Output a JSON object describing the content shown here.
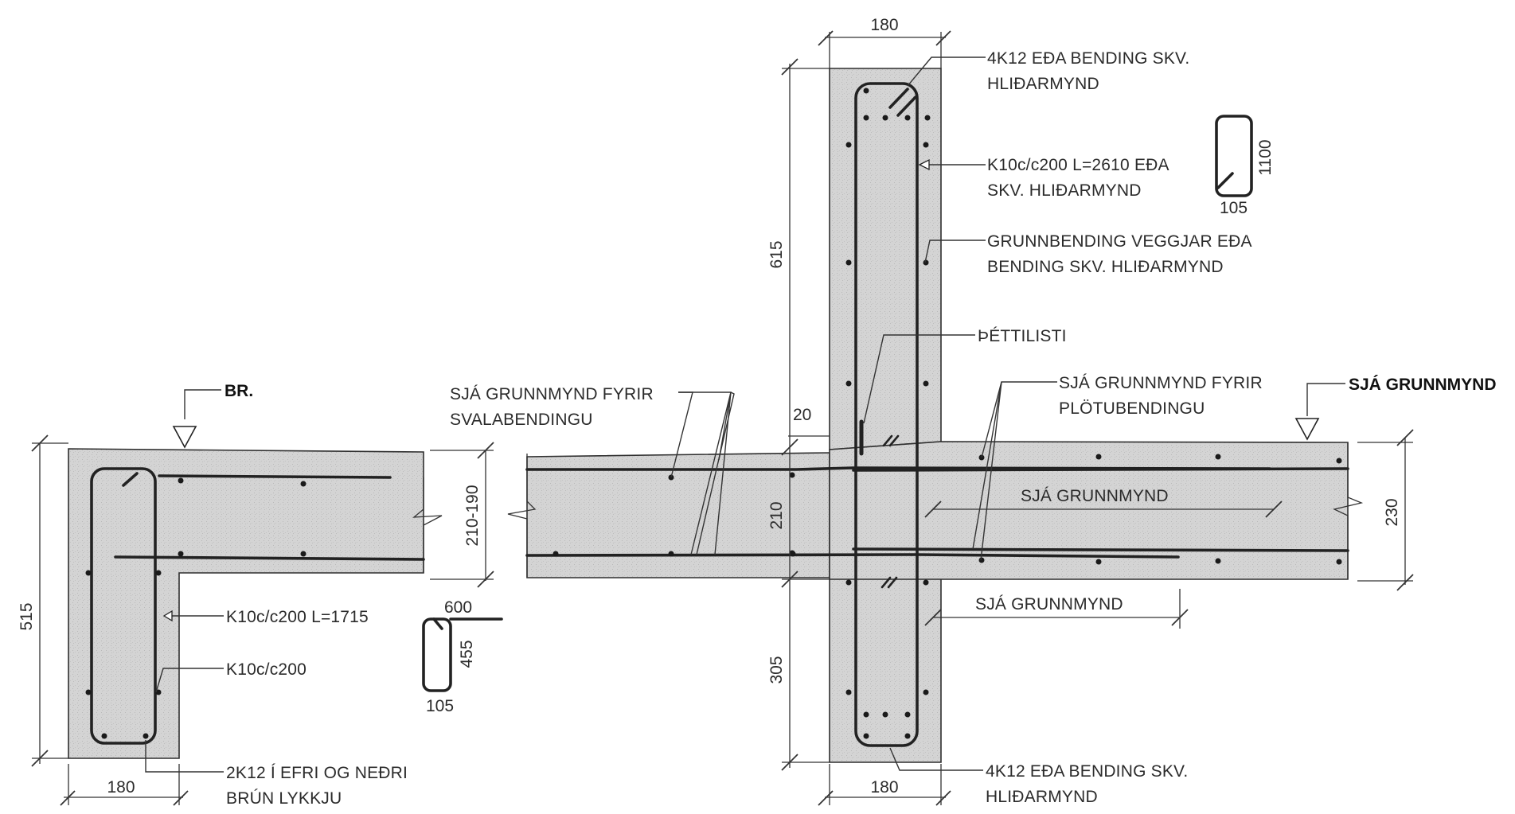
{
  "labels": {
    "br": "BR.",
    "svalabending_1": "SJÁ GRUNNMYND FYRIR",
    "svalabending_2": "SVALABENDINGU",
    "k10_l1715": "K10c/c200 L=1715",
    "k10": "K10c/c200",
    "k12_lykkja_1": "2K12 Í EFRI OG NEÐRI",
    "k12_lykkja_2": "BRÚN LYKKJU",
    "top_4k12_1": "4K12 EÐA BENDING SKV.",
    "top_4k12_2": "HLIÐARMYND",
    "k10_l2610_1": "K10c/c200 L=2610 EÐA",
    "k10_l2610_2": "SKV. HLIÐARMYND",
    "grunnbending_1": "GRUNNBENDING VEGGJAR EÐA",
    "grunnbending_2": "BENDING SKV. HLIÐARMYND",
    "thettilisti": "ÞÉTTILISTI",
    "plotubending_1": "SJÁ GRUNNMYND FYRIR",
    "plotubending_2": "PLÖTUBENDINGU",
    "sja_grunnmynd_bold": "SJÁ GRUNNMYND",
    "sja_grunnmynd_slab": "SJÁ GRUNNMYND",
    "sja_grunnmynd_lower": "SJÁ GRUNNMYND",
    "bottom_4k12_1": "4K12 EÐA BENDING SKV.",
    "bottom_4k12_2": "HLIÐARMYND"
  },
  "dimensions": {
    "left_height": "515",
    "left_width": "180",
    "slab_thickness_left": "210-190",
    "loop_width": "600",
    "loop_height": "455",
    "loop_hook": "105",
    "wall_top_width": "180",
    "wall_upper_height": "615",
    "step": "20",
    "slab_at_wall": "210",
    "wall_lower_height": "305",
    "wall_bottom_width": "180",
    "slab_right": "230",
    "stirrup_height": "1100",
    "stirrup_hook": "105"
  },
  "colors": {
    "concrete": "#d6d6d6",
    "ink": "#222222"
  }
}
